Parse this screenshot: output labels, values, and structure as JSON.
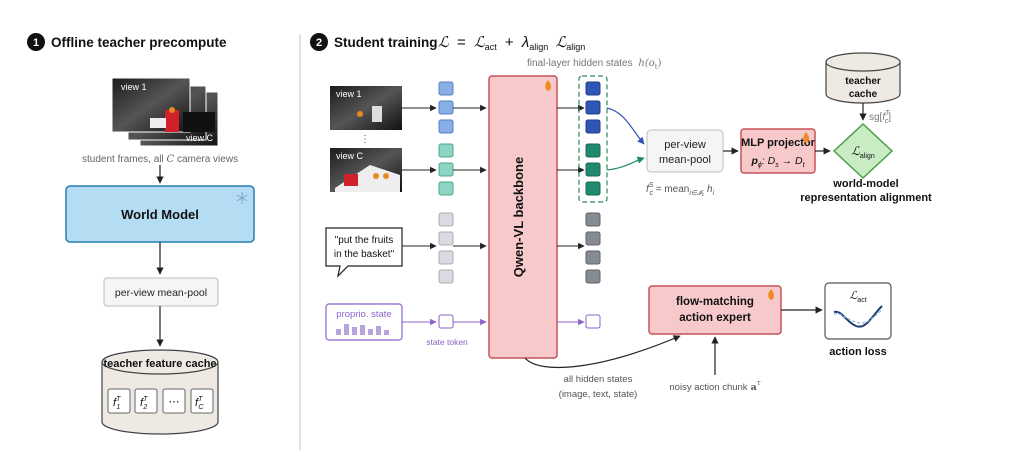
{
  "section1": {
    "num": "1",
    "title": "Offline teacher precompute"
  },
  "section2": {
    "num": "2",
    "title": "Student training"
  },
  "equation": {
    "loss": "ℒ",
    "equals": "=",
    "act": "act",
    "plus": "+",
    "lambda": "λ",
    "align": "align"
  },
  "left": {
    "view1": "view 1",
    "viewC": "view C",
    "frames_caption_a": "student frames, all",
    "frames_caption_c": "C",
    "frames_caption_b": "camera views",
    "world_model": "World Model",
    "meanpool": "per-view mean-pool",
    "cache_title": "teacher feature cache",
    "feat1_sub": "1",
    "feat2_sub": "2",
    "featC_sub": "C",
    "feat_f": "f",
    "feat_T": "T",
    "feat_dots": "⋯"
  },
  "right": {
    "view1": "view 1",
    "viewC": "view C",
    "dots_v": "⋮",
    "instruction_l1": "\"put the fruits",
    "instruction_l2": "in the basket\"",
    "proprio": "proprio. state",
    "state_token": "state token",
    "backbone": "Qwen-VL backbone",
    "final_hidden": "final-layer hidden states",
    "final_hidden_math": "h(o",
    "final_hidden_math_sub": "t",
    "final_hidden_math_close": ")",
    "meanpool_l1": "per-view",
    "meanpool_l2": "mean-pool",
    "fcs_f": "f",
    "fcs_sup": "S",
    "fcs_sub": "c",
    "fcs_rest": " = mean",
    "fcs_sub2": "i∈𝓘",
    "fcs_sub3": "c",
    "fcs_h": " h",
    "fcs_hi": "i",
    "mlp_title": "MLP projector",
    "mlp_p": "p",
    "mlp_phi": "ϕ",
    "mlp_colon": ": D",
    "mlp_s": "s",
    "mlp_arrow": " → D",
    "mlp_t": "t",
    "teacher_cache_l1": "teacher",
    "teacher_cache_l2": "cache",
    "sg": "sg[",
    "sg_f": "f",
    "sg_sup": "T",
    "sg_sub": "c",
    "sg_close": "]",
    "l_align": "ℒ",
    "l_align_sub": "align",
    "wm_align_l1": "world-model",
    "wm_align_l2": "representation alignment",
    "flow_l1": "flow-matching",
    "flow_l2": "action expert",
    "l_act": "ℒ",
    "l_act_sub": "act",
    "action_loss": "action loss",
    "all_hidden_l1": "all hidden states",
    "all_hidden_l2": "(image, text, state)",
    "noisy": "noisy action chunk",
    "noisy_a": "a",
    "noisy_tau": "τ"
  },
  "colors": {
    "world_model_fill": "#b4dcf3",
    "world_model_stroke": "#2a7fb5",
    "backbone_fill": "#f7c9cb",
    "backbone_stroke": "#c65358",
    "token_blue": "#88aee6",
    "token_blue_dark": "#2f56b4",
    "token_teal": "#8ed4c2",
    "token_teal_dark": "#1f8a6e",
    "token_gray": "#d9dbe0",
    "token_gray_dark": "#868a93",
    "proprio": "#8a63c9",
    "align_fill": "#c9ecc5",
    "align_stroke": "#4aa04a",
    "cache_fill": "#efe9e4"
  },
  "icons": [
    "snowflake-icon",
    "flame-icon",
    "curve-icon",
    "camera-frame-image"
  ]
}
